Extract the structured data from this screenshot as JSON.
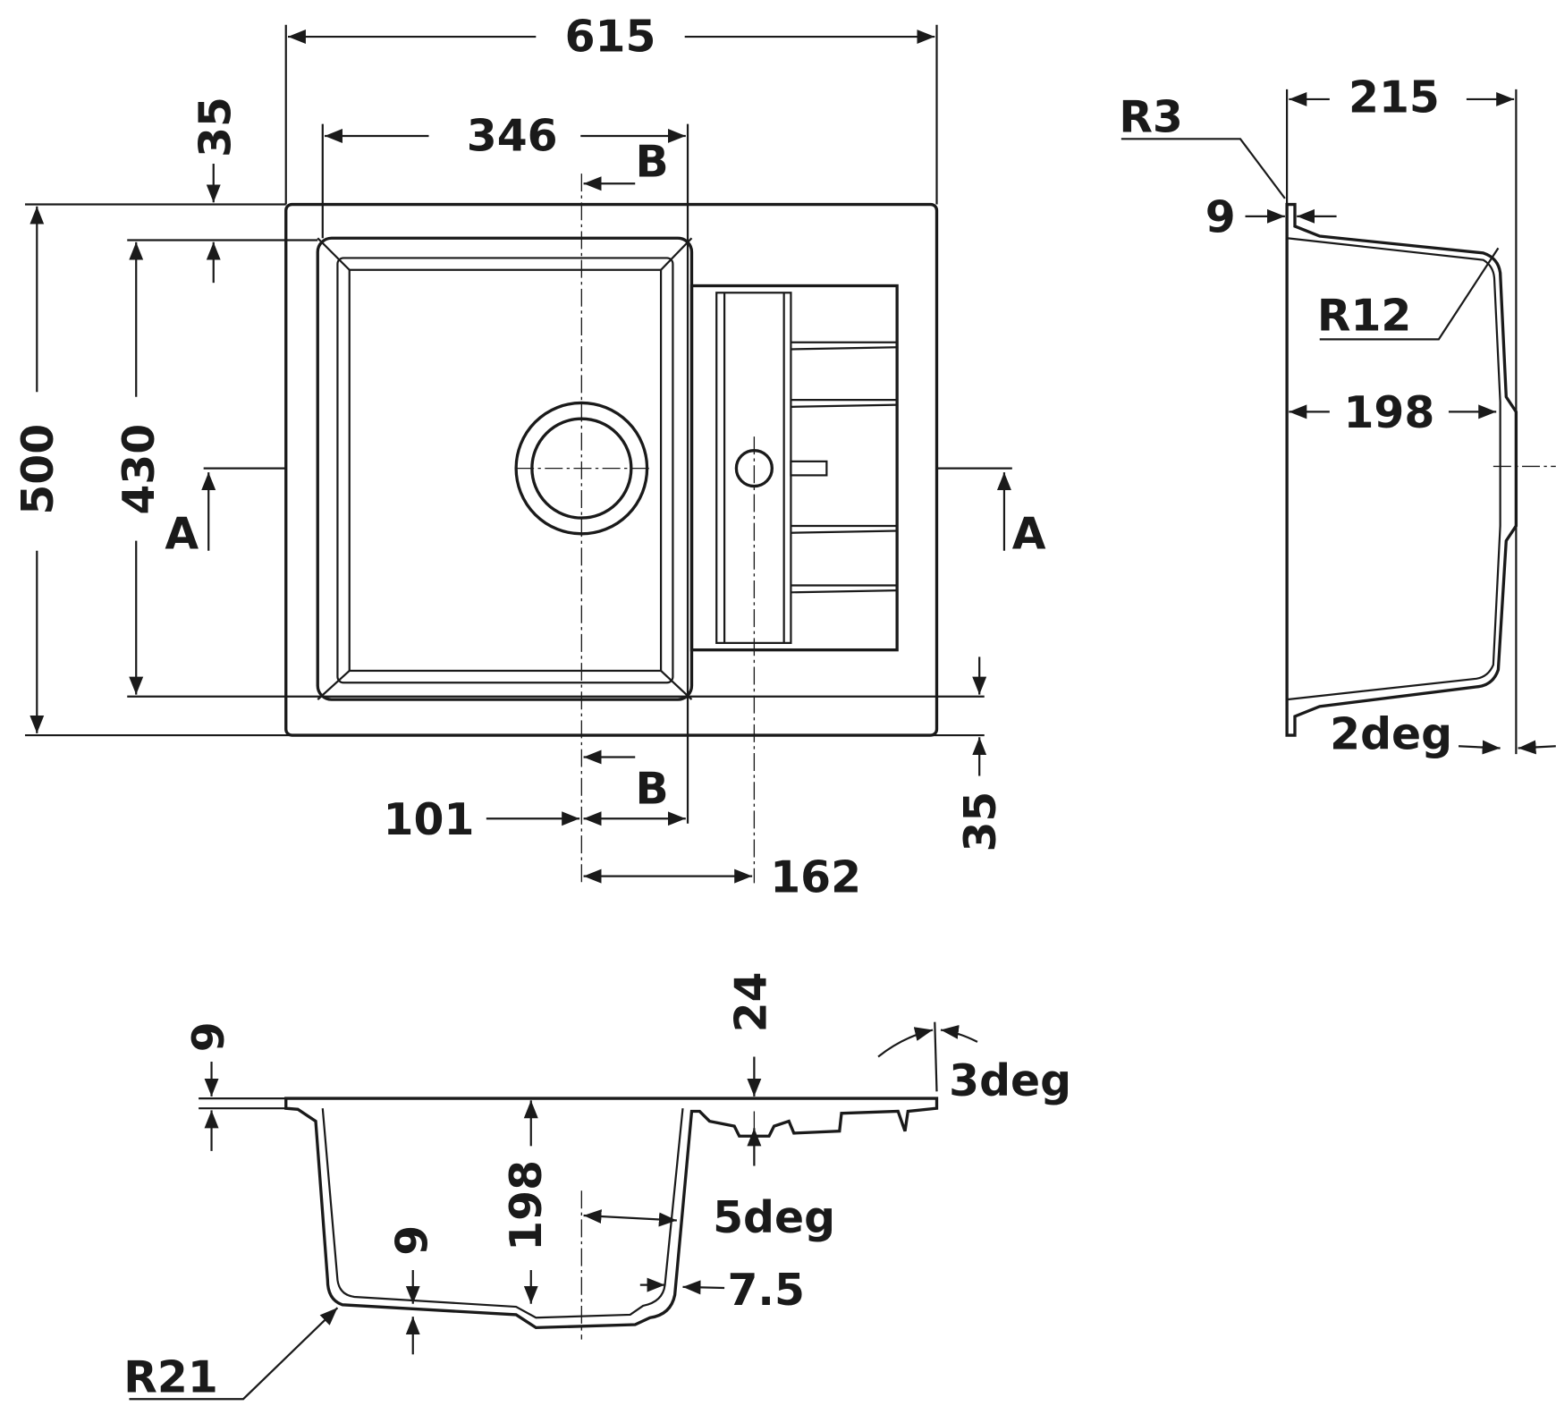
{
  "title": "Sink technical drawing",
  "top_view": {
    "overall_width": "615",
    "bowl_width": "346",
    "rim_top": "35",
    "section_b_top": "B",
    "section_b_bottom": "B",
    "overall_depth": "500",
    "bowl_depth": "430",
    "section_a_left": "A",
    "section_a_right": "A",
    "drain_offset": "101",
    "tap_offset": "162",
    "rim_bottom": "35"
  },
  "side_section": {
    "rim_radius": "R3",
    "width": "215",
    "rim_thickness": "9",
    "corner_radius": "R12",
    "bowl_depth": "198",
    "draft_angle": "2deg"
  },
  "front_section": {
    "rim_thickness": "9",
    "drainer_height": "24",
    "drainer_angle": "3deg",
    "bowl_depth": "198",
    "wall_angle": "5deg",
    "bottom_thickness": "9",
    "wall_thickness": "7.5",
    "bottom_radius": "R21"
  }
}
